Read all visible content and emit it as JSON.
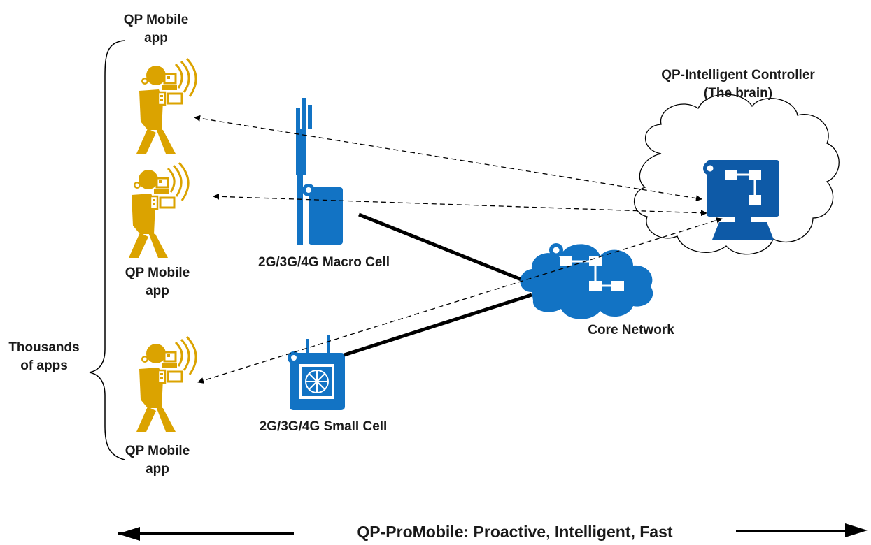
{
  "labels": {
    "mobile_app_top": {
      "line1": "QP Mobile",
      "line2": "app"
    },
    "mobile_app_mid": {
      "line1": "QP Mobile",
      "line2": "app"
    },
    "mobile_app_bot": {
      "line1": "QP Mobile",
      "line2": "app"
    },
    "thousands": {
      "line1": "Thousands",
      "line2": "of apps"
    },
    "controller": {
      "line1": "QP-Intelligent Controller",
      "line2": "(The brain)"
    },
    "macro_cell": "2G/3G/4G Macro Cell",
    "small_cell": "2G/3G/4G Small Cell",
    "core_network": "Core Network",
    "bottom_banner": "QP-ProMobile: Proactive, Intelligent, Fast"
  },
  "colors": {
    "user_gold": "#DBA300",
    "network_blue": "#1273C4",
    "controller_blue": "#0E5AA7",
    "line_black": "#000000"
  },
  "icons": [
    "mobile-user-icon",
    "macro-cell-tower-icon",
    "small-cell-icon",
    "core-network-cloud-icon",
    "controller-computer-icon"
  ]
}
